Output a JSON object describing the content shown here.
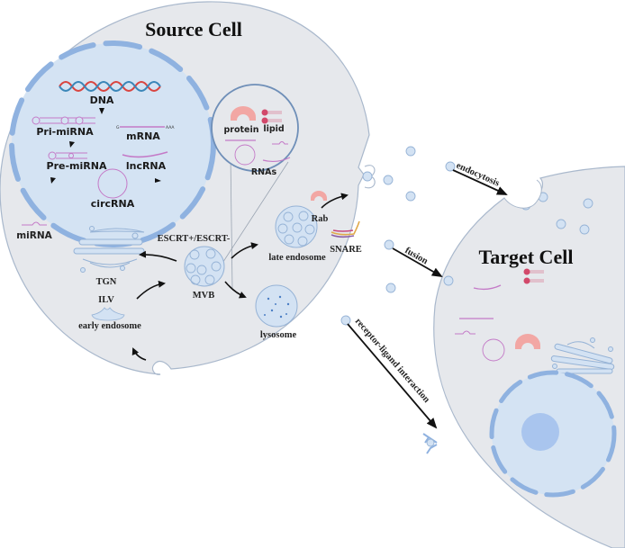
{
  "source_cell": {
    "title": "Source Cell",
    "nucleus_labels": {
      "dna": "DNA",
      "pri_mirna": "Pri-miRNA",
      "pre_mirna": "Pre-miRNA",
      "mrna": "mRNA",
      "lncrna": "lncRNA",
      "circrna": "circRNA"
    },
    "mirna": "miRNA",
    "mrna_cap": "G",
    "mrna_tail": "AAA",
    "cargo_inset": {
      "protein": "protein",
      "lipid": "lipid",
      "rnas": "RNAs"
    },
    "organelles": {
      "escrt": "ESCRT+/ESCRT-",
      "mvb": "MVB",
      "tgn": "TGN",
      "ilv": "ILV",
      "early_endosome": "early endosome",
      "late_endosome": "late endosome",
      "lysosome": "lysosome",
      "rab": "Rab",
      "snare": "SNARE"
    }
  },
  "uptake_routes": {
    "endocytosis": "endocytosis",
    "fusion": "fusion",
    "receptor_ligand": "receptor-ligand interaction"
  },
  "target_cell": {
    "title": "Target Cell"
  },
  "colors": {
    "cell_fill": "#e6e8ec",
    "cell_stroke": "#a9b8cc",
    "nucleus_fill": "#d4e3f3",
    "nucleus_dash": "#8fb2e0",
    "vesicle_fill": "#d3e2f3",
    "vesicle_stroke": "#96b3d6",
    "rna": "#c47ac7",
    "protein": "#f2a7a4",
    "lipid": "#d2486a",
    "dna_red": "#d9443f",
    "dna_blue": "#3a86b8"
  }
}
